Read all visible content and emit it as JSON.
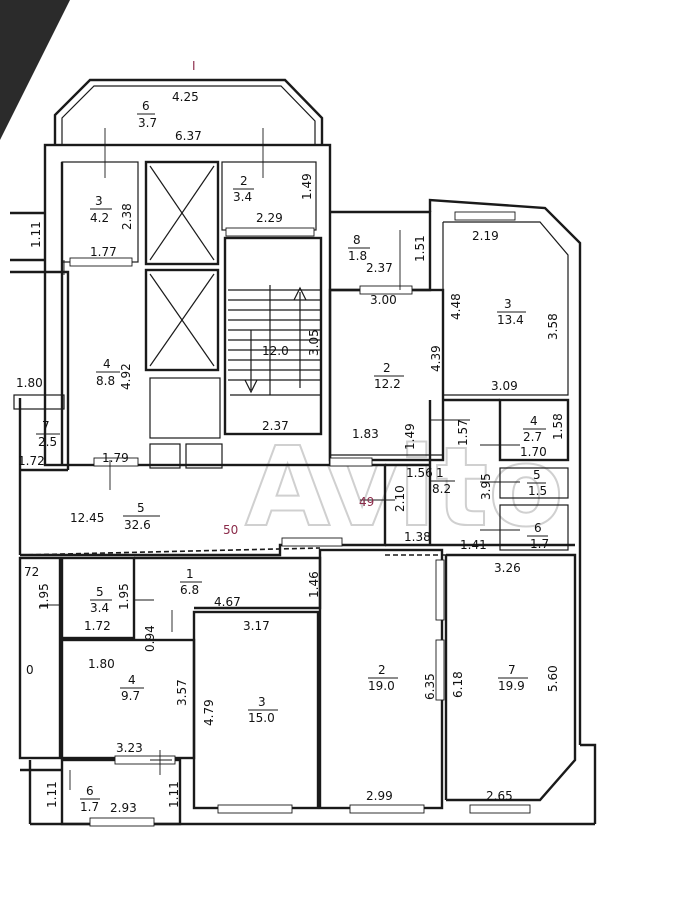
{
  "axis_labels": {
    "top": "I",
    "mid": "49",
    "mid2": "50"
  },
  "watermark": "Avito",
  "rooms": [
    {
      "num": "6",
      "area": "3.7"
    },
    {
      "num": "3",
      "area": "4.2"
    },
    {
      "num": "2",
      "area": "3.4"
    },
    {
      "num": "8",
      "area": "1.8"
    },
    {
      "num": "3",
      "area": "13.4"
    },
    {
      "num": "4",
      "area": "8.8"
    },
    {
      "num": "2",
      "area": "12.2"
    },
    {
      "num": "7",
      "area": "2.5"
    },
    {
      "num": "4",
      "area": "2.7"
    },
    {
      "num": "1",
      "area": "8.2"
    },
    {
      "num": "5",
      "area": "1.5"
    },
    {
      "num": "5",
      "area": "32.6"
    },
    {
      "num": "6",
      "area": "1.7"
    },
    {
      "num": "5",
      "area": "3.4"
    },
    {
      "num": "1",
      "area": "6.8"
    },
    {
      "num": "4",
      "area": "9.7"
    },
    {
      "num": "3",
      "area": "15.0"
    },
    {
      "num": "2",
      "area": "19.0"
    },
    {
      "num": "7",
      "area": "19.9"
    },
    {
      "num": "6",
      "area": "1.7"
    }
  ],
  "dims": [
    "4.25",
    "6.37",
    "2.38",
    "1.77",
    "1.49",
    "2.29",
    "1.11",
    "1.51",
    "2.37",
    "2.19",
    "3.00",
    "4.48",
    "3.58",
    "4.92",
    "3.05",
    "12.0",
    "4.39",
    "1.80",
    "3.09",
    "2.37",
    "1.83",
    "1.49",
    "1.57",
    "1.58",
    "1.72",
    "1.79",
    "1.56",
    "1.70",
    "3.95",
    "2.10",
    "12.45",
    "1.38",
    "1.41",
    "72",
    "1.95",
    "1.95",
    "1.46",
    "3.26",
    "1.72",
    "0.94",
    "4.67",
    "3.17",
    "0",
    "1.80",
    "3.57",
    "4.79",
    "6.35",
    "6.18",
    "5.60",
    "3.23",
    "1.11",
    "2.93",
    "1.11",
    "2.99",
    "2.65"
  ]
}
